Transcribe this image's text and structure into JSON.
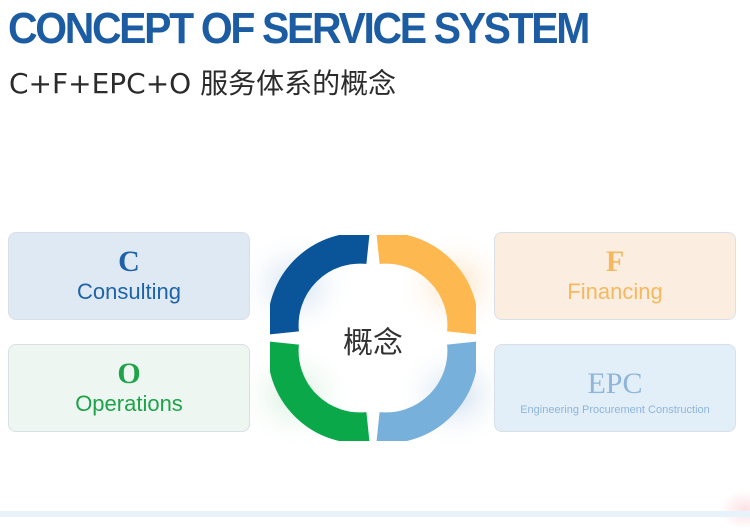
{
  "header": {
    "title": "CONCEPT OF SERVICE SYSTEM",
    "subtitle": "C+F+EPC+O 服务体系的概念"
  },
  "center": {
    "label": "概念"
  },
  "boxes": {
    "consulting": {
      "letter": "C",
      "word": "Consulting",
      "color": "#1e63a8"
    },
    "financing": {
      "letter": "F",
      "word": "Financing",
      "color": "#f5b860"
    },
    "operations": {
      "letter": "O",
      "word": "Operations",
      "color": "#1fa34a"
    },
    "epc": {
      "letter": "EPC",
      "word": "Engineering Procurement Construction",
      "color": "#8fb5d9"
    }
  },
  "ring_colors": {
    "top_left": "#0a5599",
    "top_right": "#fdb94f",
    "bottom_left": "#0ba84a",
    "bottom_right": "#78b0dc"
  }
}
